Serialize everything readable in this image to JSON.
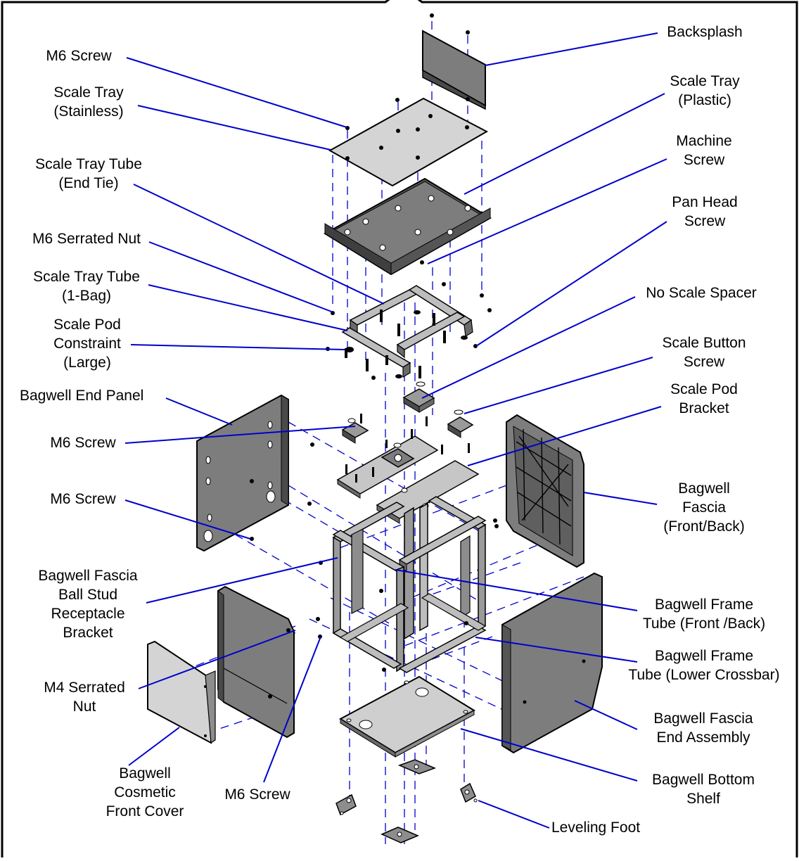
{
  "diagram": {
    "labels": {
      "backsplash": "Backsplash",
      "m6_screw_top": "M6 Screw",
      "scale_tray_stainless": "Scale Tray\n(Stainless)",
      "scale_tray_plastic": "Scale Tray\n(Plastic)",
      "scale_tray_tube_end_tie": "Scale Tray Tube\n(End Tie)",
      "machine_screw": "Machine\nScrew",
      "m6_serrated_nut": "M6 Serrated Nut",
      "pan_head_screw": "Pan Head\nScrew",
      "scale_tray_tube_1bag": "Scale Tray Tube\n(1-Bag)",
      "no_scale_spacer": "No Scale Spacer",
      "scale_pod_constraint": "Scale Pod\nConstraint\n(Large)",
      "scale_button_screw": "Scale Button\nScrew",
      "bagwell_end_panel": "Bagwell End Panel",
      "scale_pod_bracket": "Scale Pod\nBracket",
      "m6_screw_mid1": "M6 Screw",
      "m6_screw_mid2": "M6 Screw",
      "bagwell_fascia_front_back": "Bagwell\nFascia\n(Front/Back)",
      "ball_stud_bracket": "Bagwell Fascia\nBall Stud\nReceptacle\nBracket",
      "frame_tube_front_back": "Bagwell Frame\nTube (Front /Back)",
      "frame_tube_lower_crossbar": "Bagwell Frame\nTube (Lower Crossbar)",
      "m4_serrated_nut": "M4 Serrated\nNut",
      "fascia_end_assembly": "Bagwell Fascia\nEnd Assembly",
      "cosmetic_front_cover": "Bagwell\nCosmetic\nFront Cover",
      "m6_screw_bottom": "M6 Screw",
      "bottom_shelf": "Bagwell Bottom\nShelf",
      "leveling_foot": "Leveling Foot"
    },
    "colors": {
      "leader": "#0000cc",
      "part_fill": "#7d7d7d",
      "part_dark": "#4a4a4a",
      "part_light": "#cfcfcf",
      "outline": "#000000"
    }
  }
}
